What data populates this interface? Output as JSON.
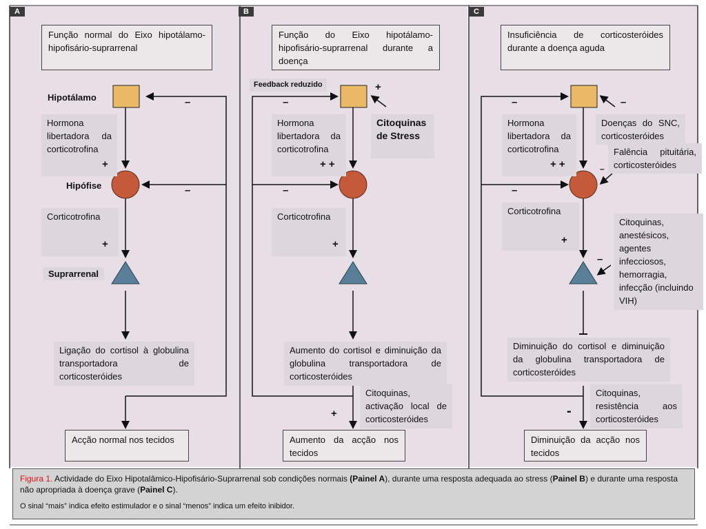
{
  "panels": {
    "a": {
      "tag": "A",
      "title": "Função normal do Eixo hipotálamo-hipofisário-suprarrenal",
      "hipotalamo": "Hipotálamo",
      "hormona": "Hormona libertadora da corticotrofina",
      "hipofise": "Hipófise",
      "corticotrofina": "Corticotrofina",
      "suprarrenal": "Suprarrenal",
      "ligacao": "Ligação do cortisol à globulina transportadora de corticosteróides",
      "accao": "Acção normal nos tecidos",
      "signs": [
        "+",
        "+",
        "–",
        "–"
      ]
    },
    "b": {
      "tag": "B",
      "title": "Função do Eixo hipotálamo-hipofisário-suprarrenal durante a doença",
      "feedback": "Feedback reduzido",
      "citoq_stress": "Citoquinas de Stress",
      "hormona": "Hormona libertadora da corticotrofina",
      "corticotrofina": "Corticotrofina",
      "aumento_cortisol": "Aumento do cortisol e diminuição da globulina transportadora de corticosteróides",
      "citoq_local": "Citoquinas, activação local de corticosteróides",
      "accao": "Aumento da acção nos tecidos",
      "signs": [
        "+",
        "–",
        "+ +",
        "–",
        "+",
        "+"
      ]
    },
    "c": {
      "tag": "C",
      "title": "Insuficiência de corticosteróides durante a doença aguda",
      "doencas_snc": "Doenças do SNC, corticosteróides",
      "falencia": "Falência pituitária, corticosteróides",
      "hormona": "Hormona libertadora da corticotrofina",
      "corticotrofina": "Corticotrofina",
      "citoq_list": "Citoquinas, anestésicos, agentes infecciosos, hemorragia, infecção (incluindo VIH)",
      "diminuicao_cortisol": "Diminuição do cortisol e diminuição da globulina transportadora de corticosteróides",
      "citoq_resist": "Citoquinas, resistência aos corticosteróides",
      "accao": "Diminuição da acção nos tecidos",
      "signs": [
        "–",
        "–",
        "+ +",
        "–",
        "–",
        "+",
        "–",
        "-"
      ]
    }
  },
  "caption": {
    "fig": "Figura 1.",
    "t1": " Actividade do Eixo Hipotalâmico-Hipofisário-Suprarrenal sob condições normais ",
    "pa": "(Painel A",
    "t2": "), durante uma resposta adequada ao stress (",
    "pb": "Painel B",
    "t3": ") e durante uma resposta não apropriada à doença grave (",
    "pc": "Painel C",
    "t4": ").",
    "note": "O sinal “mais” indica efeito estimulador e o sinal “menos” indica um efeito inibidor."
  },
  "colors": {
    "gland": "#e8b865",
    "pituitary": "#c45a3a",
    "adrenal": "#5a7f98",
    "panel_bg": "#e8dfe6"
  }
}
